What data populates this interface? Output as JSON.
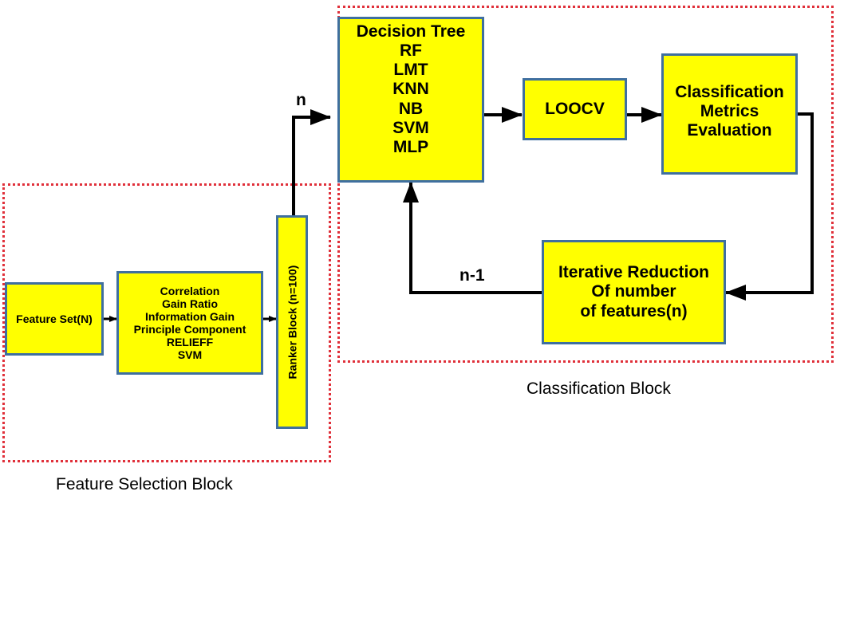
{
  "colors": {
    "box_fill": "#ffff00",
    "box_border": "#3f6f9f",
    "region_border": "#e0303a",
    "arrow": "#000000"
  },
  "regions": {
    "feature_selection": {
      "caption": "Feature Selection Block"
    },
    "classification": {
      "caption": "Classification Block"
    }
  },
  "nodes": {
    "feature_set": {
      "lines": [
        "Feature Set(N)"
      ]
    },
    "selection_methods": {
      "lines": [
        "Correlation",
        "Gain Ratio",
        "Information Gain",
        "Principle Component",
        "RELIEFF",
        "SVM"
      ]
    },
    "ranker": {
      "lines": [
        "Ranker Block (n=100)"
      ]
    },
    "classifiers": {
      "lines": [
        "Decision Tree",
        "RF",
        "LMT",
        "KNN",
        "NB",
        "SVM",
        "MLP"
      ]
    },
    "loocv": {
      "lines": [
        "LOOCV"
      ]
    },
    "metrics": {
      "lines": [
        "Classification",
        "Metrics",
        "Evaluation"
      ]
    },
    "reduction": {
      "lines": [
        "Iterative Reduction",
        "Of number",
        "of features(n)"
      ]
    }
  },
  "edge_labels": {
    "ranker_to_classifiers": "n",
    "reduction_to_classifiers": "n-1"
  }
}
